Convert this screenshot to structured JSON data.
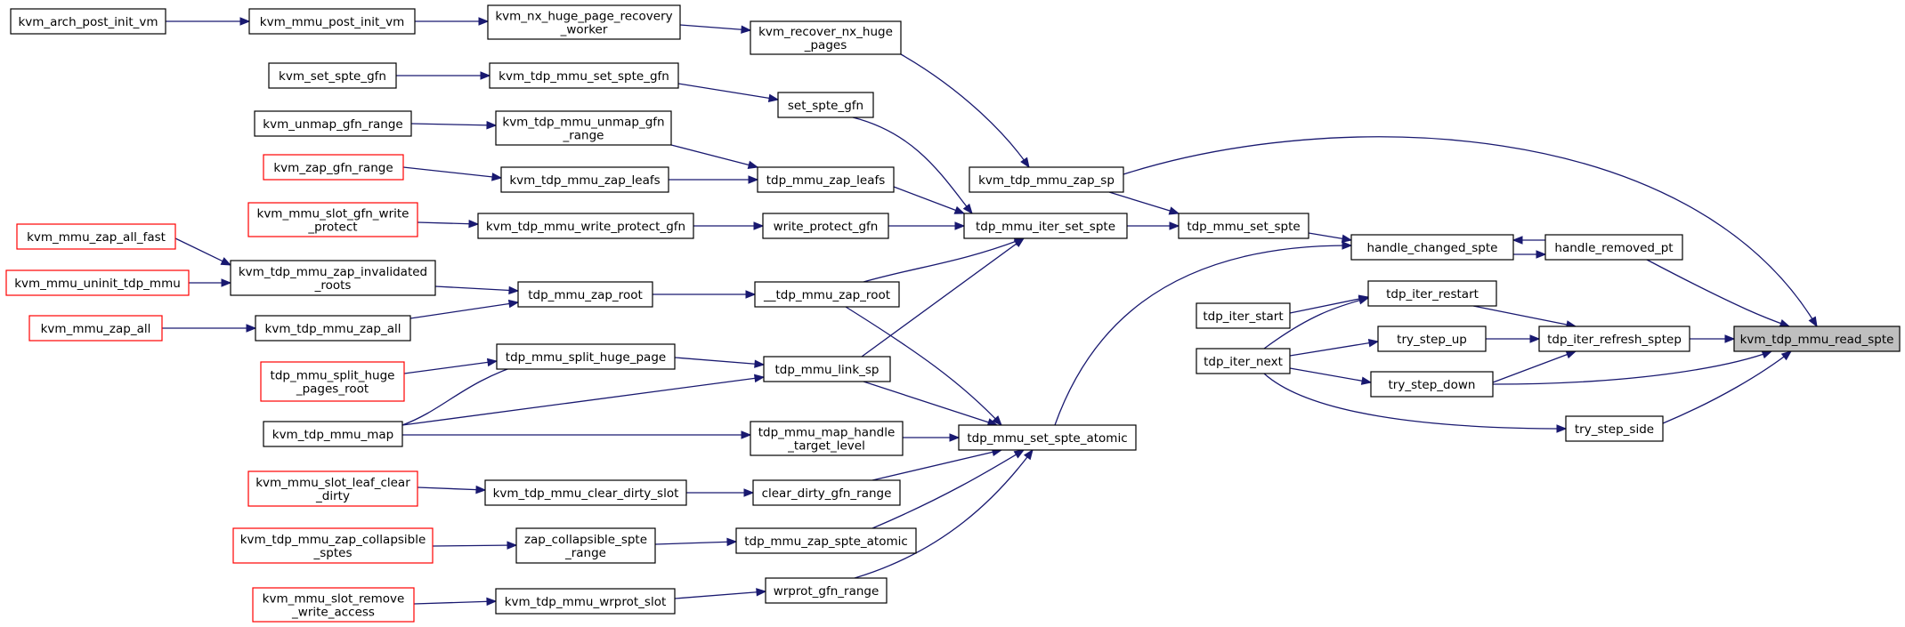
{
  "colors": {
    "edge": "#191970",
    "border_default": "#000000",
    "border_truncated": "#ff0000",
    "fill_default": "#ffffff",
    "fill_root": "#bfbfbf"
  },
  "nodes": [
    {
      "id": "n_arch_post_init",
      "lines": [
        "kvm_arch_post_init_vm"
      ],
      "style": "default"
    },
    {
      "id": "n_mmu_post_init",
      "lines": [
        "kvm_mmu_post_init_vm"
      ],
      "style": "default"
    },
    {
      "id": "n_nx_recovery_worker",
      "lines": [
        "kvm_nx_huge_page_recovery",
        "_worker"
      ],
      "style": "default"
    },
    {
      "id": "n_recover_nx",
      "lines": [
        "kvm_recover_nx_huge",
        "_pages"
      ],
      "style": "default"
    },
    {
      "id": "n_set_spte_gfn",
      "lines": [
        "kvm_set_spte_gfn"
      ],
      "style": "default"
    },
    {
      "id": "n_tdp_set_spte_gfn",
      "lines": [
        "kvm_tdp_mmu_set_spte_gfn"
      ],
      "style": "default"
    },
    {
      "id": "n_set_spte_gfn_s",
      "lines": [
        "set_spte_gfn"
      ],
      "style": "default"
    },
    {
      "id": "n_unmap_gfn_range",
      "lines": [
        "kvm_unmap_gfn_range"
      ],
      "style": "default"
    },
    {
      "id": "n_tdp_unmap_gfn_range",
      "lines": [
        "kvm_tdp_mmu_unmap_gfn",
        "_range"
      ],
      "style": "default"
    },
    {
      "id": "n_zap_gfn_range",
      "lines": [
        "kvm_zap_gfn_range"
      ],
      "style": "truncated"
    },
    {
      "id": "n_tdp_zap_leafs",
      "lines": [
        "kvm_tdp_mmu_zap_leafs"
      ],
      "style": "default"
    },
    {
      "id": "n_zap_leafs",
      "lines": [
        "tdp_mmu_zap_leafs"
      ],
      "style": "default"
    },
    {
      "id": "n_tdp_zap_sp",
      "lines": [
        "kvm_tdp_mmu_zap_sp"
      ],
      "style": "default"
    },
    {
      "id": "n_slot_gfn_write_protect",
      "lines": [
        "kvm_mmu_slot_gfn_write",
        "_protect"
      ],
      "style": "truncated"
    },
    {
      "id": "n_tdp_write_protect_gfn",
      "lines": [
        "kvm_tdp_mmu_write_protect_gfn"
      ],
      "style": "default"
    },
    {
      "id": "n_write_protect_gfn",
      "lines": [
        "write_protect_gfn"
      ],
      "style": "default"
    },
    {
      "id": "n_iter_set_spte",
      "lines": [
        "tdp_mmu_iter_set_spte"
      ],
      "style": "default"
    },
    {
      "id": "n_set_spte",
      "lines": [
        "tdp_mmu_set_spte"
      ],
      "style": "default"
    },
    {
      "id": "n_mmu_zap_all_fast",
      "lines": [
        "kvm_mmu_zap_all_fast"
      ],
      "style": "truncated"
    },
    {
      "id": "n_tdp_zap_invalidated",
      "lines": [
        "kvm_tdp_mmu_zap_invalidated",
        "_roots"
      ],
      "style": "default"
    },
    {
      "id": "n_uninit_tdp_mmu",
      "lines": [
        "kvm_mmu_uninit_tdp_mmu"
      ],
      "style": "truncated"
    },
    {
      "id": "n_zap_root",
      "lines": [
        "tdp_mmu_zap_root"
      ],
      "style": "default"
    },
    {
      "id": "n___zap_root",
      "lines": [
        "__tdp_mmu_zap_root"
      ],
      "style": "default"
    },
    {
      "id": "n_mmu_zap_all",
      "lines": [
        "kvm_mmu_zap_all"
      ],
      "style": "truncated"
    },
    {
      "id": "n_tdp_zap_all",
      "lines": [
        "kvm_tdp_mmu_zap_all"
      ],
      "style": "default"
    },
    {
      "id": "n_handle_changed_spte",
      "lines": [
        "handle_changed_spte"
      ],
      "style": "default"
    },
    {
      "id": "n_handle_removed_pt",
      "lines": [
        "handle_removed_pt"
      ],
      "style": "default"
    },
    {
      "id": "n_iter_restart",
      "lines": [
        "tdp_iter_restart"
      ],
      "style": "default"
    },
    {
      "id": "n_iter_start",
      "lines": [
        "tdp_iter_start"
      ],
      "style": "default"
    },
    {
      "id": "n_try_step_up",
      "lines": [
        "try_step_up"
      ],
      "style": "default"
    },
    {
      "id": "n_iter_refresh_sptep",
      "lines": [
        "tdp_iter_refresh_sptep"
      ],
      "style": "default"
    },
    {
      "id": "n_read_spte",
      "lines": [
        "kvm_tdp_mmu_read_spte"
      ],
      "style": "root"
    },
    {
      "id": "n_iter_next",
      "lines": [
        "tdp_iter_next"
      ],
      "style": "default"
    },
    {
      "id": "n_try_step_down",
      "lines": [
        "try_step_down"
      ],
      "style": "default"
    },
    {
      "id": "n_split_huge_page",
      "lines": [
        "tdp_mmu_split_huge_page"
      ],
      "style": "default"
    },
    {
      "id": "n_split_huge_pages_root",
      "lines": [
        "tdp_mmu_split_huge",
        "_pages_root"
      ],
      "style": "truncated"
    },
    {
      "id": "n_link_sp",
      "lines": [
        "tdp_mmu_link_sp"
      ],
      "style": "default"
    },
    {
      "id": "n_tdp_mmu_map",
      "lines": [
        "kvm_tdp_mmu_map"
      ],
      "style": "default"
    },
    {
      "id": "n_map_handle_target",
      "lines": [
        "tdp_mmu_map_handle",
        "_target_level"
      ],
      "style": "default"
    },
    {
      "id": "n_set_spte_atomic",
      "lines": [
        "tdp_mmu_set_spte_atomic"
      ],
      "style": "default"
    },
    {
      "id": "n_try_step_side",
      "lines": [
        "try_step_side"
      ],
      "style": "default"
    },
    {
      "id": "n_slot_leaf_clear_dirty",
      "lines": [
        "kvm_mmu_slot_leaf_clear",
        "_dirty"
      ],
      "style": "truncated"
    },
    {
      "id": "n_tdp_clear_dirty_slot",
      "lines": [
        "kvm_tdp_mmu_clear_dirty_slot"
      ],
      "style": "default"
    },
    {
      "id": "n_clear_dirty_gfn_range",
      "lines": [
        "clear_dirty_gfn_range"
      ],
      "style": "default"
    },
    {
      "id": "n_tdp_zap_collapsible",
      "lines": [
        "kvm_tdp_mmu_zap_collapsible",
        "_sptes"
      ],
      "style": "truncated"
    },
    {
      "id": "n_zap_collapsible_range",
      "lines": [
        "zap_collapsible_spte",
        "_range"
      ],
      "style": "default"
    },
    {
      "id": "n_zap_spte_atomic",
      "lines": [
        "tdp_mmu_zap_spte_atomic"
      ],
      "style": "default"
    },
    {
      "id": "n_slot_remove_write_access",
      "lines": [
        "kvm_mmu_slot_remove",
        "_write_access"
      ],
      "style": "truncated"
    },
    {
      "id": "n_tdp_wrprot_slot",
      "lines": [
        "kvm_tdp_mmu_wrprot_slot"
      ],
      "style": "default"
    },
    {
      "id": "n_wrprot_gfn_range",
      "lines": [
        "wrprot_gfn_range"
      ],
      "style": "default"
    }
  ],
  "edges": [
    {
      "id": "e01",
      "from": "n_arch_post_init",
      "to": "n_mmu_post_init"
    },
    {
      "id": "e02",
      "from": "n_mmu_post_init",
      "to": "n_nx_recovery_worker"
    },
    {
      "id": "e03",
      "from": "n_nx_recovery_worker",
      "to": "n_recover_nx"
    },
    {
      "id": "e04",
      "from": "n_recover_nx",
      "to": "n_tdp_zap_sp"
    },
    {
      "id": "e05",
      "from": "n_set_spte_gfn",
      "to": "n_tdp_set_spte_gfn"
    },
    {
      "id": "e06",
      "from": "n_tdp_set_spte_gfn",
      "to": "n_set_spte_gfn_s"
    },
    {
      "id": "e07",
      "from": "n_set_spte_gfn_s",
      "to": "n_iter_set_spte"
    },
    {
      "id": "e08",
      "from": "n_unmap_gfn_range",
      "to": "n_tdp_unmap_gfn_range"
    },
    {
      "id": "e09",
      "from": "n_tdp_unmap_gfn_range",
      "to": "n_zap_leafs"
    },
    {
      "id": "e10",
      "from": "n_zap_gfn_range",
      "to": "n_tdp_zap_leafs"
    },
    {
      "id": "e11",
      "from": "n_tdp_zap_leafs",
      "to": "n_zap_leafs"
    },
    {
      "id": "e12",
      "from": "n_zap_leafs",
      "to": "n_iter_set_spte"
    },
    {
      "id": "e13",
      "from": "n_slot_gfn_write_protect",
      "to": "n_tdp_write_protect_gfn"
    },
    {
      "id": "e14",
      "from": "n_tdp_write_protect_gfn",
      "to": "n_write_protect_gfn"
    },
    {
      "id": "e15",
      "from": "n_write_protect_gfn",
      "to": "n_iter_set_spte"
    },
    {
      "id": "e16",
      "from": "n_tdp_zap_sp",
      "to": "n_set_spte"
    },
    {
      "id": "e17",
      "from": "n_tdp_zap_sp",
      "to": "n_read_spte"
    },
    {
      "id": "e18",
      "from": "n_iter_set_spte",
      "to": "n_set_spte"
    },
    {
      "id": "e19",
      "from": "n_set_spte",
      "to": "n_handle_changed_spte"
    },
    {
      "id": "e20",
      "from": "n_mmu_zap_all_fast",
      "to": "n_tdp_zap_invalidated"
    },
    {
      "id": "e21",
      "from": "n_uninit_tdp_mmu",
      "to": "n_tdp_zap_invalidated"
    },
    {
      "id": "e22",
      "from": "n_tdp_zap_invalidated",
      "to": "n_zap_root"
    },
    {
      "id": "e23",
      "from": "n_mmu_zap_all",
      "to": "n_tdp_zap_all"
    },
    {
      "id": "e24",
      "from": "n_tdp_zap_all",
      "to": "n_zap_root"
    },
    {
      "id": "e25",
      "from": "n_zap_root",
      "to": "n___zap_root"
    },
    {
      "id": "e26",
      "from": "n___zap_root",
      "to": "n_iter_set_spte"
    },
    {
      "id": "e27",
      "from": "n___zap_root",
      "to": "n_set_spte_atomic"
    },
    {
      "id": "e28",
      "from": "n_handle_removed_pt",
      "to": "n_handle_changed_spte"
    },
    {
      "id": "e29",
      "from": "n_handle_changed_spte",
      "to": "n_handle_removed_pt"
    },
    {
      "id": "e30",
      "from": "n_handle_removed_pt",
      "to": "n_read_spte"
    },
    {
      "id": "e31",
      "from": "n_iter_start",
      "to": "n_iter_restart"
    },
    {
      "id": "e32",
      "from": "n_iter_next",
      "to": "n_iter_restart"
    },
    {
      "id": "e33",
      "from": "n_iter_next",
      "to": "n_try_step_up"
    },
    {
      "id": "e34",
      "from": "n_iter_next",
      "to": "n_try_step_down"
    },
    {
      "id": "e35",
      "from": "n_iter_next",
      "to": "n_try_step_side"
    },
    {
      "id": "e36",
      "from": "n_iter_restart",
      "to": "n_iter_refresh_sptep"
    },
    {
      "id": "e37",
      "from": "n_try_step_up",
      "to": "n_iter_refresh_sptep"
    },
    {
      "id": "e38",
      "from": "n_try_step_down",
      "to": "n_iter_refresh_sptep"
    },
    {
      "id": "e39",
      "from": "n_iter_refresh_sptep",
      "to": "n_read_spte"
    },
    {
      "id": "e40",
      "from": "n_try_step_down",
      "to": "n_read_spte"
    },
    {
      "id": "e41",
      "from": "n_try_step_side",
      "to": "n_read_spte"
    },
    {
      "id": "e42",
      "from": "n_split_huge_pages_root",
      "to": "n_split_huge_page"
    },
    {
      "id": "e43",
      "from": "n_tdp_mmu_map",
      "to": "n_split_huge_page"
    },
    {
      "id": "e44",
      "from": "n_split_huge_page",
      "to": "n_link_sp"
    },
    {
      "id": "e45",
      "from": "n_tdp_mmu_map",
      "to": "n_link_sp"
    },
    {
      "id": "e46",
      "from": "n_link_sp",
      "to": "n_iter_set_spte"
    },
    {
      "id": "e47",
      "from": "n_link_sp",
      "to": "n_set_spte_atomic"
    },
    {
      "id": "e48",
      "from": "n_tdp_mmu_map",
      "to": "n_map_handle_target"
    },
    {
      "id": "e49",
      "from": "n_map_handle_target",
      "to": "n_set_spte_atomic"
    },
    {
      "id": "e50",
      "from": "n_set_spte_atomic",
      "to": "n_handle_changed_spte"
    },
    {
      "id": "e51",
      "from": "n_slot_leaf_clear_dirty",
      "to": "n_tdp_clear_dirty_slot"
    },
    {
      "id": "e52",
      "from": "n_tdp_clear_dirty_slot",
      "to": "n_clear_dirty_gfn_range"
    },
    {
      "id": "e53",
      "from": "n_clear_dirty_gfn_range",
      "to": "n_set_spte_atomic"
    },
    {
      "id": "e54",
      "from": "n_tdp_zap_collapsible",
      "to": "n_zap_collapsible_range"
    },
    {
      "id": "e55",
      "from": "n_zap_collapsible_range",
      "to": "n_zap_spte_atomic"
    },
    {
      "id": "e56",
      "from": "n_zap_spte_atomic",
      "to": "n_set_spte_atomic"
    },
    {
      "id": "e57",
      "from": "n_slot_remove_write_access",
      "to": "n_tdp_wrprot_slot"
    },
    {
      "id": "e58",
      "from": "n_tdp_wrprot_slot",
      "to": "n_wrprot_gfn_range"
    },
    {
      "id": "e59",
      "from": "n_wrprot_gfn_range",
      "to": "n_set_spte_atomic"
    }
  ]
}
